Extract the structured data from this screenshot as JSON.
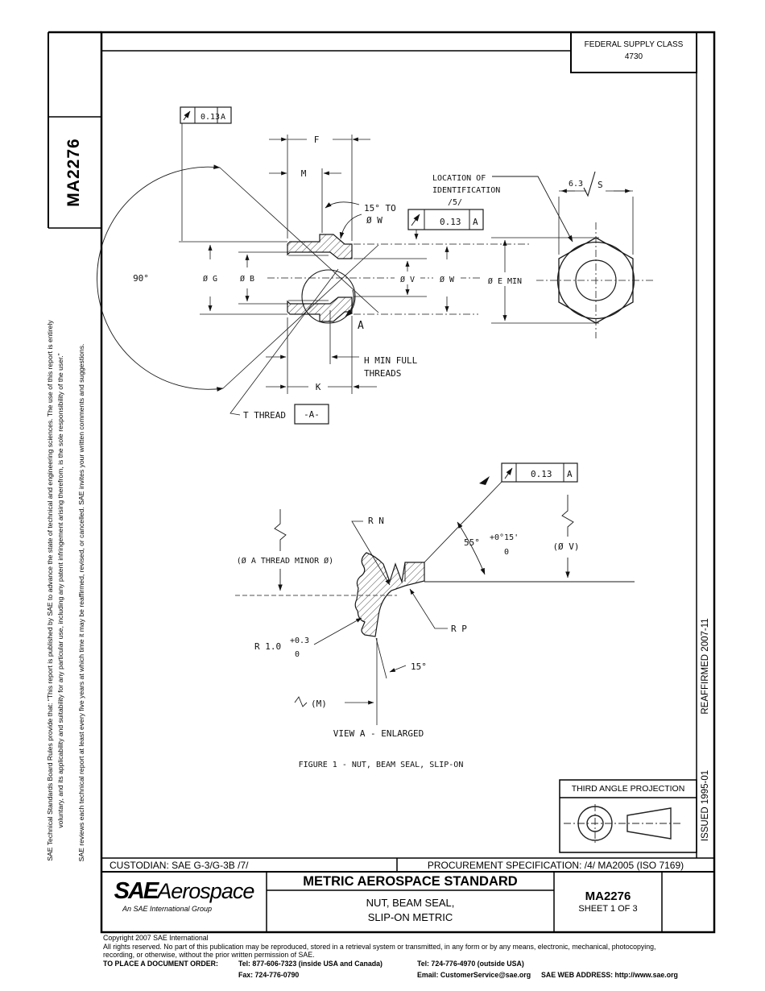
{
  "frame": {
    "fsc_line1": "FEDERAL SUPPLY CLASS",
    "fsc_line2": "4730"
  },
  "margins": {
    "doc_number": "MA2276",
    "disclaimer_1": "SAE Technical Standards Board Rules provide that: “This report is published by SAE to advance the state of technical and engineering sciences. The use of this report is entirely",
    "disclaimer_2": "voluntary, and its applicability and suitability for any particular use, including any patent infringement arising therefrom, is the sole responsibility of the user.”",
    "review_note": "SAE reviews each technical report at least every five years at which time it may be reaffirmed, revised, or cancelled. SAE invites your written comments and suggestions.",
    "issued": "ISSUED 1995-01",
    "reaffirmed": "REAFFIRMED 2007-11"
  },
  "drawing": {
    "fcf": {
      "tolerance": "0.13",
      "datum": "A"
    },
    "dims": {
      "f": "F",
      "m": "M",
      "chamfer_1": "15° TO",
      "chamfer_2": "Ø W",
      "angle_90": "90°",
      "dia_g": "Ø G",
      "dia_b": "Ø B",
      "dia_v": "Ø V",
      "dia_w": "Ø W",
      "dia_e_min": "Ø E MIN",
      "h_min_1": "H MIN FULL",
      "h_min_2": "THREADS",
      "k": "K",
      "t_thread": "T THREAD",
      "datum_a": "-A-",
      "detail_a": "A",
      "surface_finish": "6.3",
      "s": "S",
      "loc_id_1": "LOCATION OF",
      "loc_id_2": "IDENTIFICATION",
      "loc_id_3": "/5/"
    },
    "view_a": {
      "r_n": "R N",
      "angle_55": "55°",
      "angle_55_plus": "+0°15'",
      "angle_55_minus": "0",
      "dia_v_ref": "(Ø V)",
      "minor_dia": "(Ø A THREAD MINOR Ø)",
      "r_p": "R P",
      "radius": "R 1.0",
      "radius_plus": "+0.3",
      "radius_minus": "0",
      "angle_15": "15°",
      "m_ref": "(M)"
    },
    "captions": {
      "view_a": "VIEW A - ENLARGED",
      "figure": "FIGURE 1 - NUT, BEAM SEAL, SLIP-ON"
    }
  },
  "projection": {
    "title": "THIRD ANGLE PROJECTION"
  },
  "title_block": {
    "custodian": "CUSTODIAN:  SAE G-3/G-3B /7/",
    "procurement": "PROCUREMENT SPECIFICATION:  /4/ MA2005 (ISO 7169)",
    "standard_type": "METRIC AEROSPACE STANDARD",
    "logo_sae": "SAE",
    "logo_aerospace": "Aerospace",
    "logo_tagline": "An SAE International Group",
    "title_1": "NUT, BEAM SEAL,",
    "title_2": "SLIP-ON METRIC",
    "doc_number": "MA2276",
    "sheet": "SHEET 1 OF 3"
  },
  "footer": {
    "copyright": "Copyright 2007 SAE International",
    "rights_1": "All rights reserved. No part of this publication may be reproduced, stored in a retrieval system or transmitted, in any form or by any means, electronic, mechanical, photocopying,",
    "rights_2": "recording, or otherwise, without the prior written permission of SAE.",
    "order_label": "TO PLACE A DOCUMENT ORDER:",
    "tel_inside": "Tel: 877-606-7323 (inside USA and Canada)",
    "tel_outside": "Tel: 724-776-4970 (outside USA)",
    "fax": "Fax: 724-776-0790",
    "email": "Email:  CustomerService@sae.org",
    "web": "SAE WEB ADDRESS: http://www.sae.org"
  }
}
